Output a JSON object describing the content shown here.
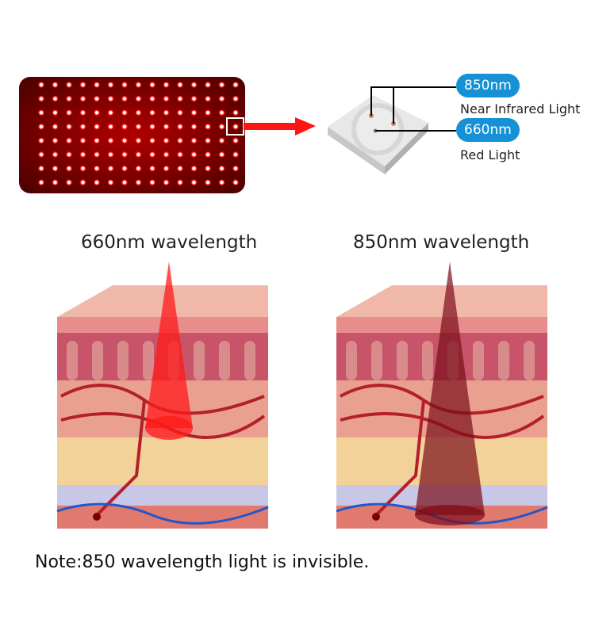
{
  "led": {
    "wavelengths": [
      {
        "value": "850nm",
        "label": "Near Infrared Light"
      },
      {
        "value": "660nm",
        "label": "Red Light"
      }
    ],
    "pad_grid": {
      "columns": 15,
      "rows": 8
    }
  },
  "panels": [
    {
      "title": "660nm wavelength",
      "beam_color": "#ff1a1a"
    },
    {
      "title": "850nm wavelength",
      "beam_color": "#7a0d1a"
    }
  ],
  "note": "Note:850 wavelength light is invisible.",
  "colors": {
    "pill": "#1691d6",
    "arrow": "#ff1414",
    "pad": "#8a0000"
  }
}
